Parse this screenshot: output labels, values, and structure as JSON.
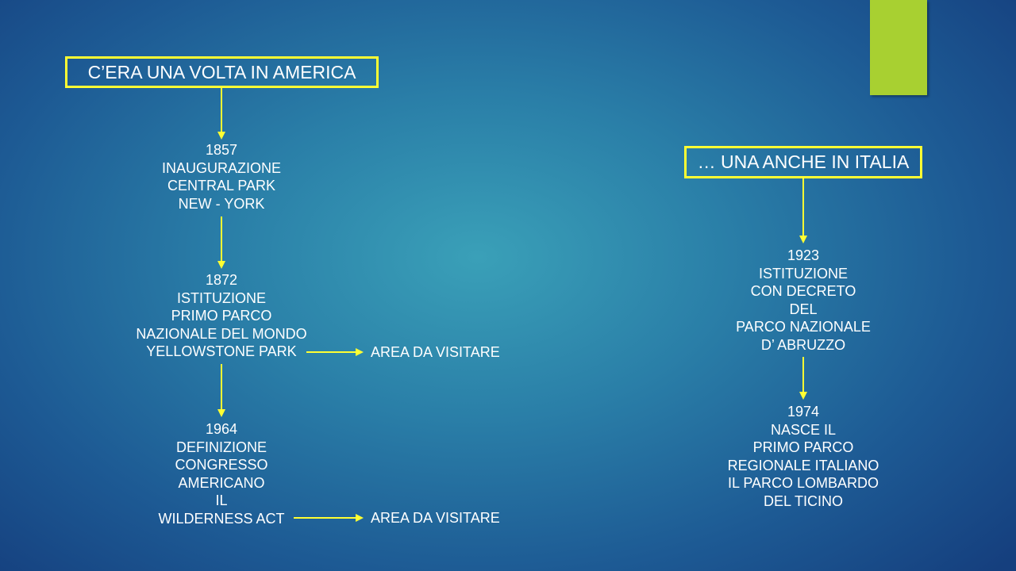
{
  "left": {
    "title": "C’ERA UNA VOLTA IN AMERICA",
    "events": [
      {
        "lines": [
          "1857",
          "INAUGURAZIONE",
          "CENTRAL PARK",
          "NEW - YORK"
        ]
      },
      {
        "lines": [
          "1872",
          "ISTITUZIONE",
          "PRIMO PARCO",
          "NAZIONALE DEL MONDO",
          "YELLOWSTONE PARK"
        ]
      },
      {
        "lines": [
          "1964",
          "DEFINIZIONE",
          "CONGRESSO",
          "AMERICANO",
          "IL",
          "WILDERNESS ACT"
        ]
      }
    ],
    "asides": [
      "AREA DA VISITARE",
      "AREA DA VISITARE"
    ]
  },
  "right": {
    "title": "… UNA ANCHE IN ITALIA",
    "events": [
      {
        "lines": [
          "1923",
          "ISTITUZIONE",
          "CON DECRETO",
          "DEL",
          "PARCO NAZIONALE",
          "D’ ABRUZZO"
        ]
      },
      {
        "lines": [
          "1974",
          "NASCE IL",
          "PRIMO PARCO",
          "REGIONALE ITALIANO",
          "IL PARCO LOMBARDO",
          "DEL TICINO"
        ]
      }
    ]
  },
  "colors": {
    "arrow": "#ffff33",
    "accent": "#a8d031",
    "text": "#ffffff"
  }
}
